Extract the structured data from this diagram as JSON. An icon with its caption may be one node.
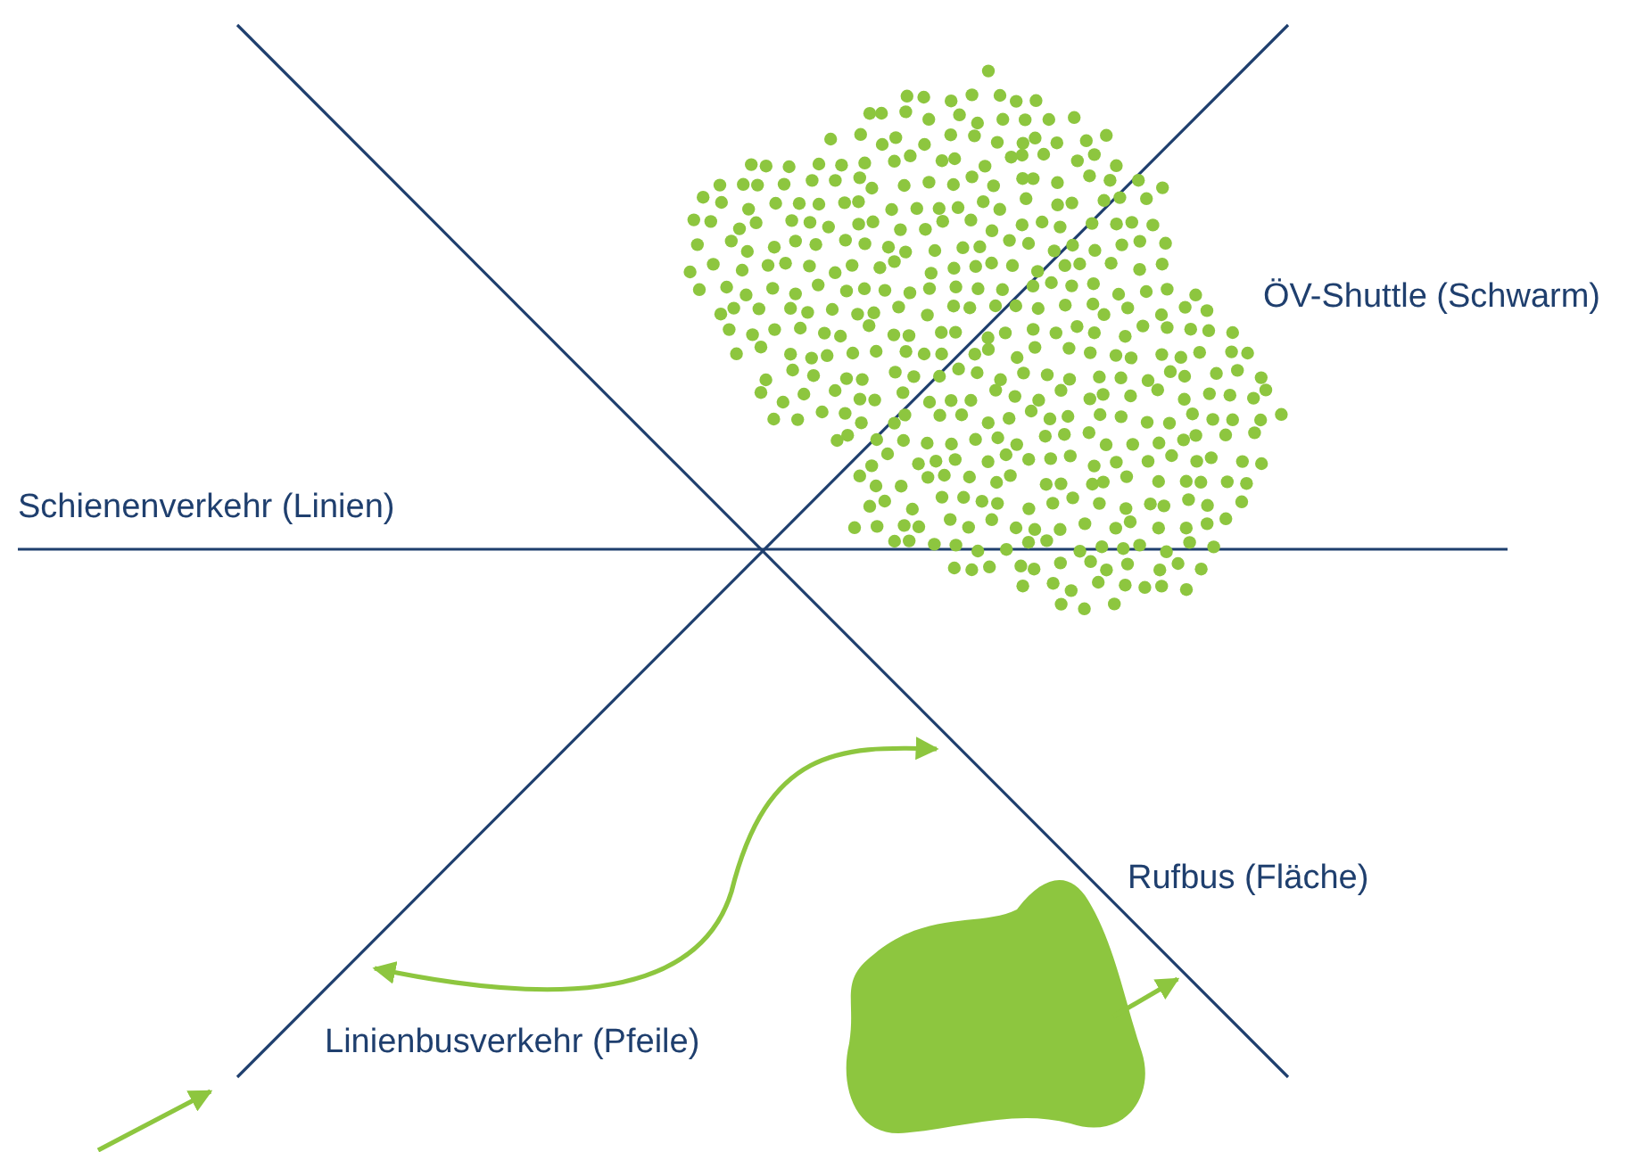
{
  "diagram": {
    "labels": [
      "ÖV-Shuttle (Schwarm)",
      "Schienenverkehr (Linien)",
      "Rufbus (Fläche)",
      "Linienbusverkehr (Pfeile)"
    ]
  }
}
